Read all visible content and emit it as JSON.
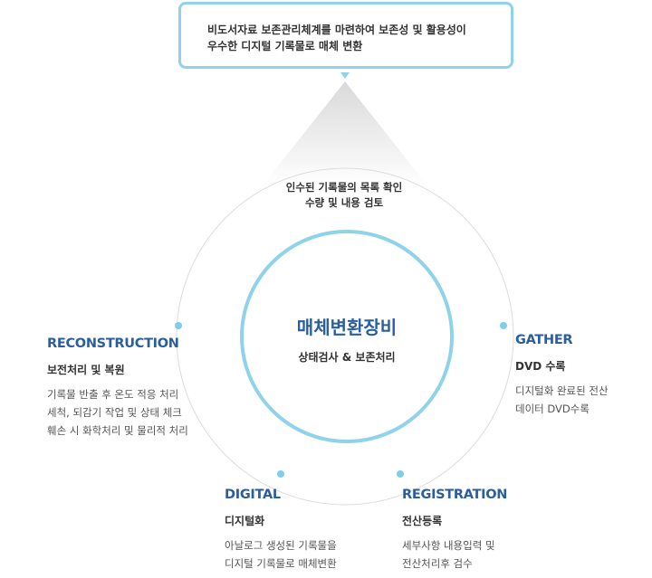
{
  "top_box": {
    "line1": "비도서자료 보존관리체계를 마련하여 보존성 및 활용성이",
    "line2": "우수한 디지털 기록물로 매체 변환"
  },
  "step": {
    "line1": "인수된 기록물의 목록 확인",
    "line2": "수량 및 내용 검토"
  },
  "center": {
    "title": "매체변환장비",
    "subtitle": "상태검사 & 보존처리"
  },
  "stages": {
    "reconstruction": {
      "title_en": "RECONSTRUCTION",
      "title_ko": "보전처리 및 복원",
      "desc": [
        "기록물 반출 후 온도 적응 처리",
        "세척, 되감기 작업 및 상태 체크",
        "훼손 시 화학처리 및 물리적 처리"
      ]
    },
    "gather": {
      "title_en": "GATHER",
      "title_ko": "DVD 수록",
      "desc": [
        "디지털화 완료된 전산",
        "데이터 DVD수록"
      ]
    },
    "digital": {
      "title_en": "DIGITAL",
      "title_ko": "디지털화",
      "desc": [
        "아날로그 생성된 기록물을",
        "디지털 기록물로 매체변환"
      ]
    },
    "registration": {
      "title_en": "REGISTRATION",
      "title_ko": "전산등록",
      "desc": [
        "세부사항 내용입력 및",
        "전산처리후 검수"
      ]
    }
  },
  "colors": {
    "accent": "#8fd3ea",
    "title_blue": "#2a5e9e"
  }
}
